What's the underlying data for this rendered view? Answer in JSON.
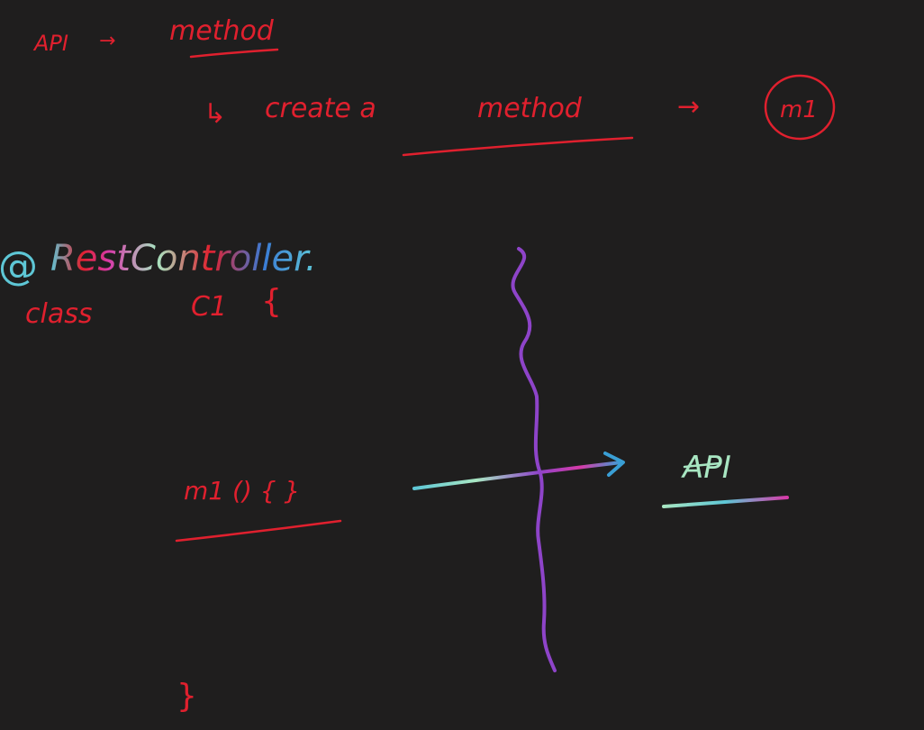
{
  "canvas": {
    "background": "#1f1e1e",
    "ink_colors": {
      "red": "#e0202e",
      "purple": "#8e44c9",
      "teal": "#5ec7d6",
      "mint": "#a8e6c2",
      "magenta": "#d63aa8",
      "blue": "#3a7bd5"
    }
  },
  "notes": {
    "api_label": "API",
    "arrow1": "→",
    "method_word": "method",
    "arrow_hook": "↳",
    "create_a": "create  a",
    "method_word2": "method",
    "arrow2": "→",
    "m1_circle": "m1",
    "annotation_at": "@",
    "annotation_name": "RestController.",
    "class_kw": "class",
    "class_name": "C1",
    "open_brace": "{",
    "method_sig": "m1 () { }",
    "close_brace": "}",
    "api_label2": "API"
  }
}
